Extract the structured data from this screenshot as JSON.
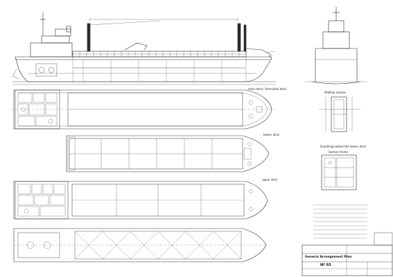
{
  "views": {
    "main_deck": "main deck / forecastle deck",
    "tween_deck": "tween deck",
    "upper_deck": "upper deck",
    "midship_section": "Midship section",
    "section_frame": "Section frame",
    "scantlings": "Scantlings below the tween deck"
  },
  "title_block": {
    "drawing_title": "General Arrangement Plan",
    "project_number": "Nº 93"
  },
  "colors": {
    "ink": "#2a2a2a",
    "paper": "#ffffff"
  }
}
